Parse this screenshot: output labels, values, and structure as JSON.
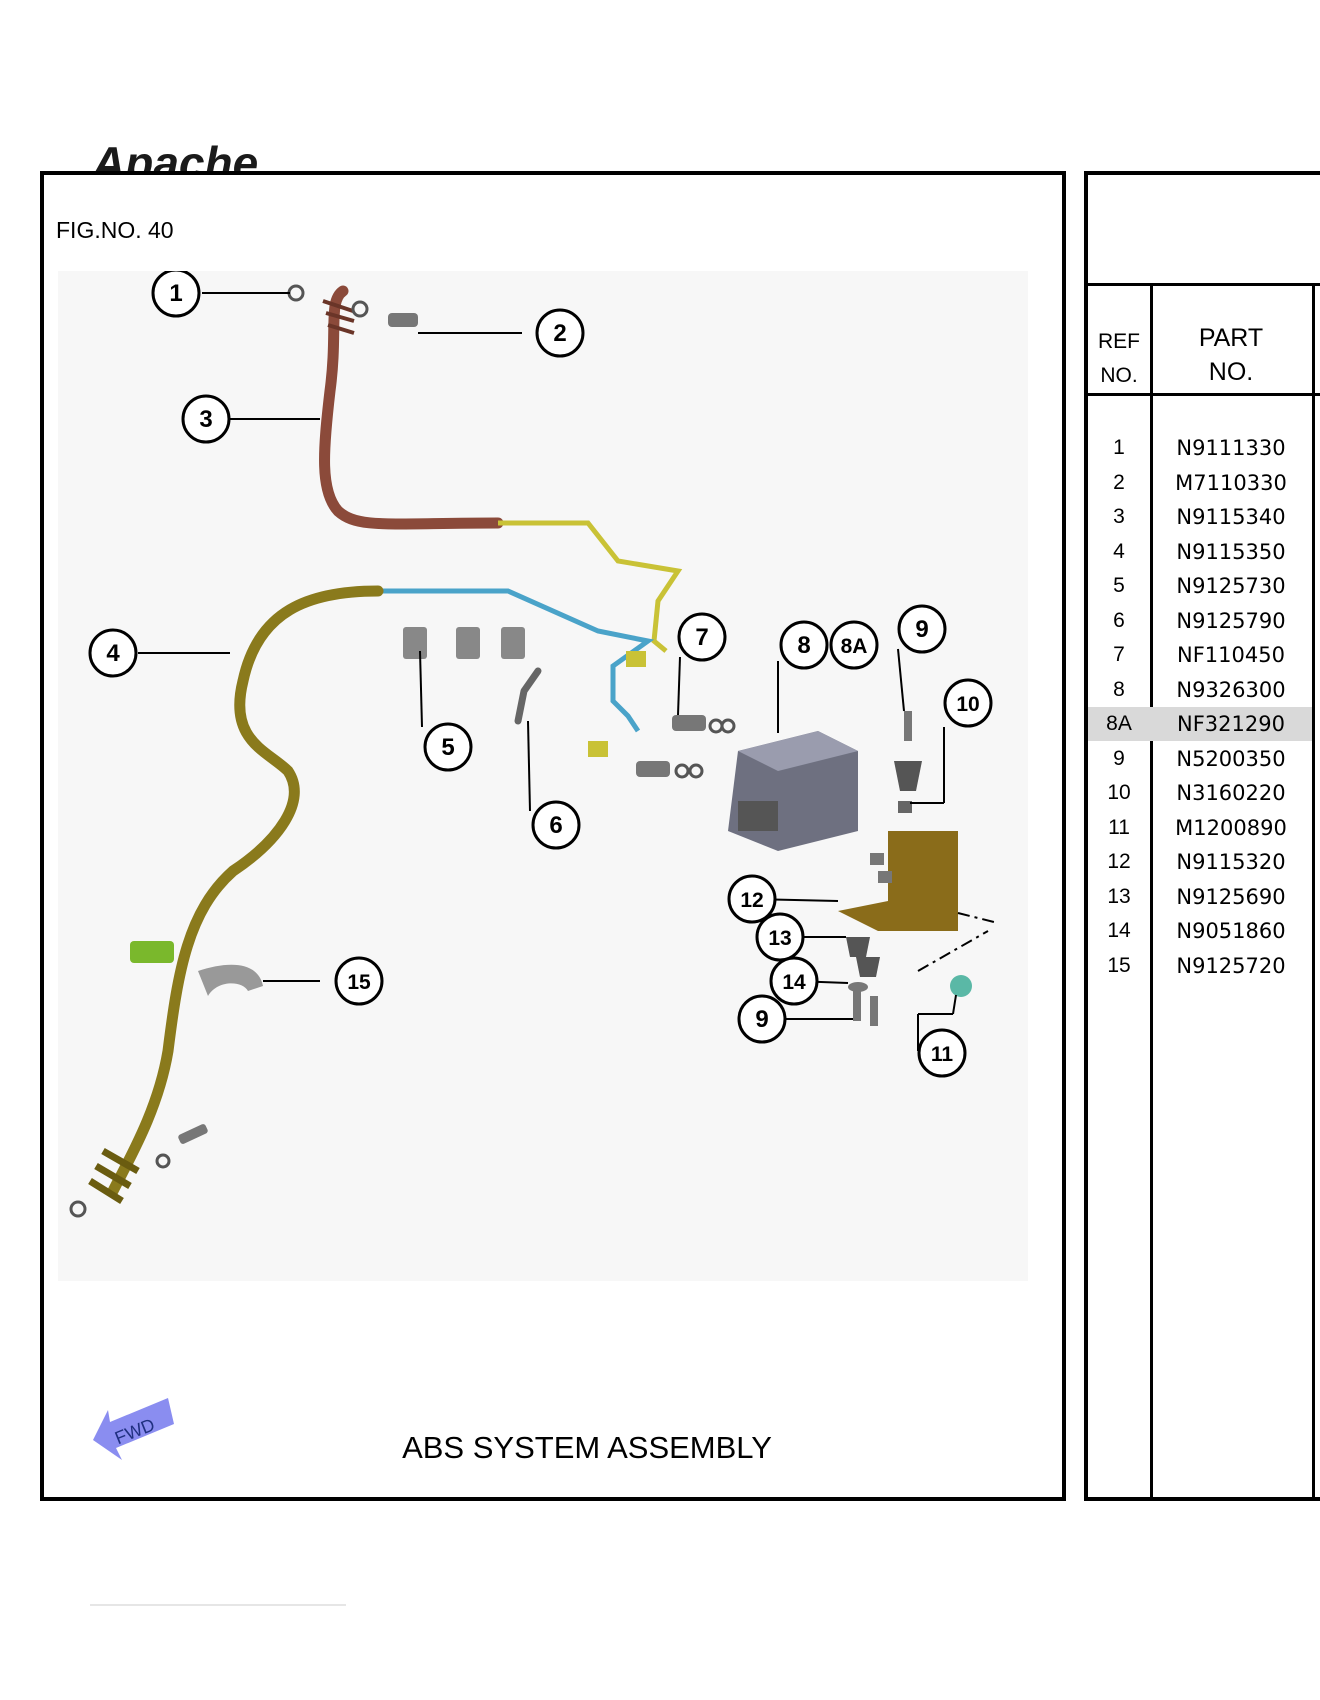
{
  "header": {
    "logo_text": "Apache"
  },
  "figure": {
    "fig_no": "FIG.NO. 40",
    "title": "ABS SYSTEM ASSEMBLY",
    "fwd_label": "FWD",
    "callouts": [
      "1",
      "2",
      "3",
      "4",
      "5",
      "6",
      "7",
      "8",
      "8A",
      "9",
      "10",
      "11",
      "12",
      "13",
      "14",
      "15",
      "9"
    ]
  },
  "parts_table": {
    "ref_header_line1": "REF",
    "ref_header_line2": "NO.",
    "part_header_line1": "PART",
    "part_header_line2": "NO.",
    "rows": [
      {
        "ref": "1",
        "part_no": "N9111330"
      },
      {
        "ref": "2",
        "part_no": "M7110330"
      },
      {
        "ref": "3",
        "part_no": "N9115340"
      },
      {
        "ref": "4",
        "part_no": "N9115350"
      },
      {
        "ref": "5",
        "part_no": "N9125730"
      },
      {
        "ref": "6",
        "part_no": "N9125790"
      },
      {
        "ref": "7",
        "part_no": "NF110450"
      },
      {
        "ref": "8",
        "part_no": "N9326300"
      },
      {
        "ref": "8A",
        "part_no": "NF321290",
        "highlighted": true
      },
      {
        "ref": "9",
        "part_no": "N5200350"
      },
      {
        "ref": "10",
        "part_no": "N3160220"
      },
      {
        "ref": "11",
        "part_no": "M1200890"
      },
      {
        "ref": "12",
        "part_no": "N9115320"
      },
      {
        "ref": "13",
        "part_no": "N9125690"
      },
      {
        "ref": "14",
        "part_no": "N9051860"
      },
      {
        "ref": "15",
        "part_no": "N9125720"
      }
    ]
  },
  "colors": {
    "pipe_brown": "#8b4a3a",
    "pipe_yellow": "#c9c236",
    "pipe_blue": "#4aa3c9",
    "hose_olive": "#8a7a1c",
    "bracket_gold": "#8a6c1a",
    "abs_unit": "#6e7080",
    "fwd_arrow": "#8a8df0",
    "row_highlight": "#d9d9d9"
  }
}
